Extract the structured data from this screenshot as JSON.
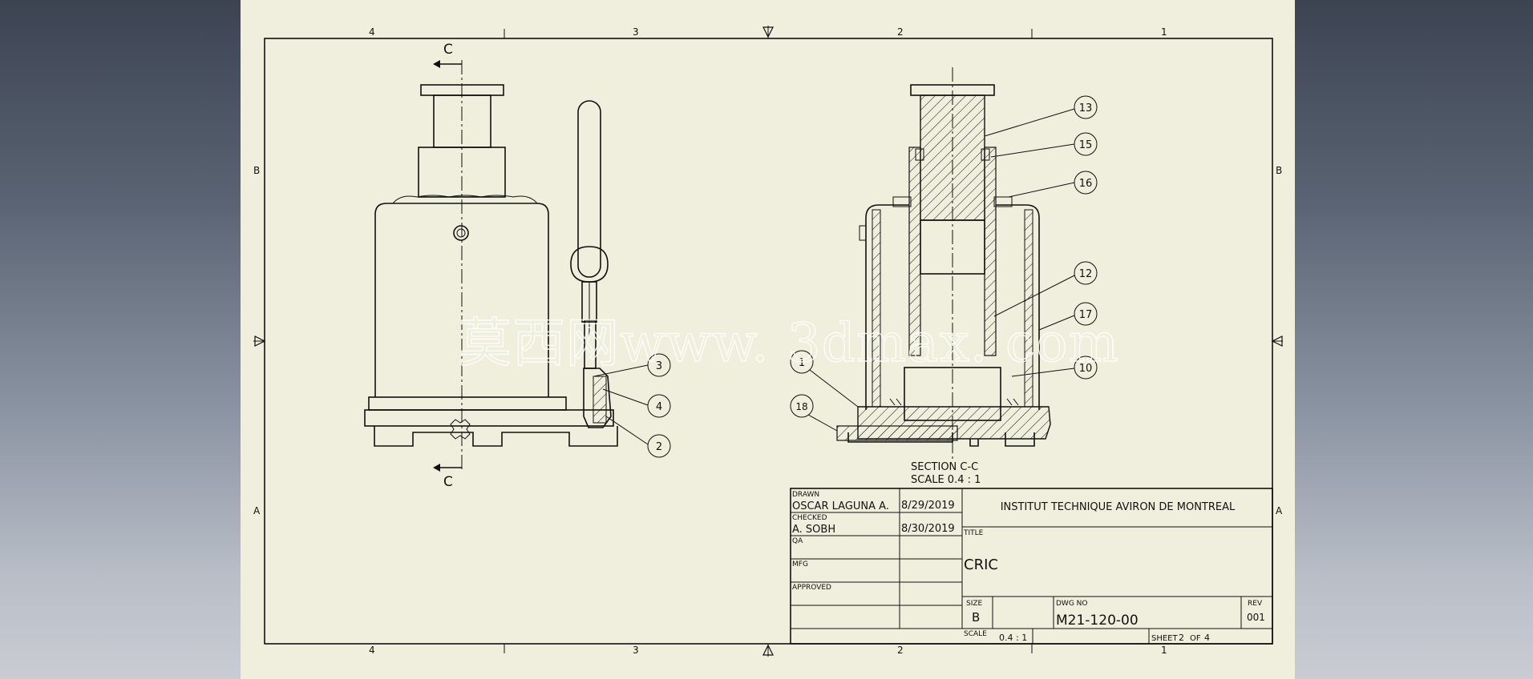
{
  "drawing": {
    "view_label_top": "C",
    "view_label_bottom": "C",
    "section_caption": "SECTION C-C",
    "section_scale": "SCALE 0.4 : 1"
  },
  "zone_labels": {
    "columns_top": [
      "4",
      "3",
      "2",
      "1"
    ],
    "columns_bottom": [
      "4",
      "3",
      "2",
      "1"
    ],
    "rows_left": [
      "B",
      "A"
    ],
    "rows_right": [
      "B",
      "A"
    ]
  },
  "balloons": {
    "left_view": [
      "3",
      "4",
      "2"
    ],
    "section_right": [
      "13",
      "15",
      "16",
      "12",
      "17",
      "10"
    ],
    "section_left": [
      "1",
      "18"
    ]
  },
  "title_block": {
    "drawn_label": "DRAWN",
    "drawn_name": "OSCAR LAGUNA A.",
    "drawn_date": "8/29/2019",
    "checked_label": "CHECKED",
    "checked_name": "A. SOBH",
    "checked_date": "8/30/2019",
    "qa_label": "QA",
    "mfg_label": "MFG",
    "approved_label": "APPROVED",
    "company": "INSTITUT TECHNIQUE AVIRON DE MONTREAL",
    "title_label": "TITLE",
    "title": "CRIC",
    "size_label": "SIZE",
    "size": "B",
    "dwg_no_label": "DWG NO",
    "dwg_no": "M21-120-00",
    "rev_label": "REV",
    "rev": "001",
    "scale_label": "SCALE",
    "scale": "0.4 : 1",
    "sheet_label": "SHEET",
    "sheet_no": "2",
    "of_label": "OF",
    "sheet_total": "4"
  },
  "watermark": "莫西网www. 3dmax. com",
  "colors": {
    "sheet": "#f0eedc",
    "line": "#111111",
    "background_top": "#3c4452",
    "background_bottom": "#c9ccd3"
  }
}
